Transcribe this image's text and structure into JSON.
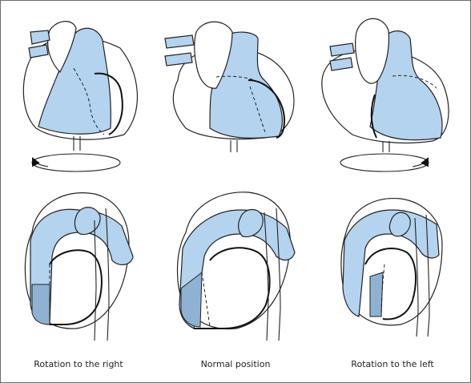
{
  "captions": {
    "left": "Rotation to the right",
    "middle": "Normal position",
    "right": "Rotation to the left"
  },
  "colors": {
    "highlight": "#b3d3ef",
    "highlight_dark": "#8fb2d2",
    "outline": "#222222",
    "frame": "#6d6d6d"
  }
}
